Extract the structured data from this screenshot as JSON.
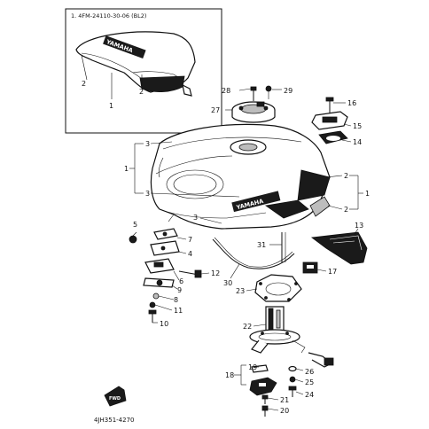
{
  "inset": {
    "caption": "1. 4FM-24110-30-06 (BL2)",
    "badge_text": "YAMAHA",
    "callouts": [
      "2",
      "2",
      "1"
    ]
  },
  "tank_badge_text": "YAMAHA",
  "callouts": [
    {
      "id": "c28",
      "label": "28"
    },
    {
      "id": "c29",
      "label": "29"
    },
    {
      "id": "c27",
      "label": "27"
    },
    {
      "id": "c16",
      "label": "16"
    },
    {
      "id": "c15",
      "label": "15"
    },
    {
      "id": "c14",
      "label": "14"
    },
    {
      "id": "c3a",
      "label": "3"
    },
    {
      "id": "c1a",
      "label": "1"
    },
    {
      "id": "c3b",
      "label": "3"
    },
    {
      "id": "c3c",
      "label": "3"
    },
    {
      "id": "c2a",
      "label": "2"
    },
    {
      "id": "c1b",
      "label": "1"
    },
    {
      "id": "c2b",
      "label": "2"
    },
    {
      "id": "c5",
      "label": "5"
    },
    {
      "id": "c7",
      "label": "7"
    },
    {
      "id": "c4",
      "label": "4"
    },
    {
      "id": "c31",
      "label": "31"
    },
    {
      "id": "c13",
      "label": "13"
    },
    {
      "id": "c12",
      "label": "12"
    },
    {
      "id": "c6",
      "label": "6"
    },
    {
      "id": "c9",
      "label": "9"
    },
    {
      "id": "c8",
      "label": "8"
    },
    {
      "id": "c11",
      "label": "11"
    },
    {
      "id": "c10",
      "label": "10"
    },
    {
      "id": "c30",
      "label": "30"
    },
    {
      "id": "c17",
      "label": "17"
    },
    {
      "id": "c23",
      "label": "23"
    },
    {
      "id": "c22",
      "label": "22"
    },
    {
      "id": "c19",
      "label": "19"
    },
    {
      "id": "c18",
      "label": "18"
    },
    {
      "id": "c26",
      "label": "26"
    },
    {
      "id": "c25",
      "label": "25"
    },
    {
      "id": "c24",
      "label": "24"
    },
    {
      "id": "c21",
      "label": "21"
    },
    {
      "id": "c20",
      "label": "20"
    }
  ],
  "front_arrow_text": "FWD",
  "drawing_code": "4JH351-4270"
}
